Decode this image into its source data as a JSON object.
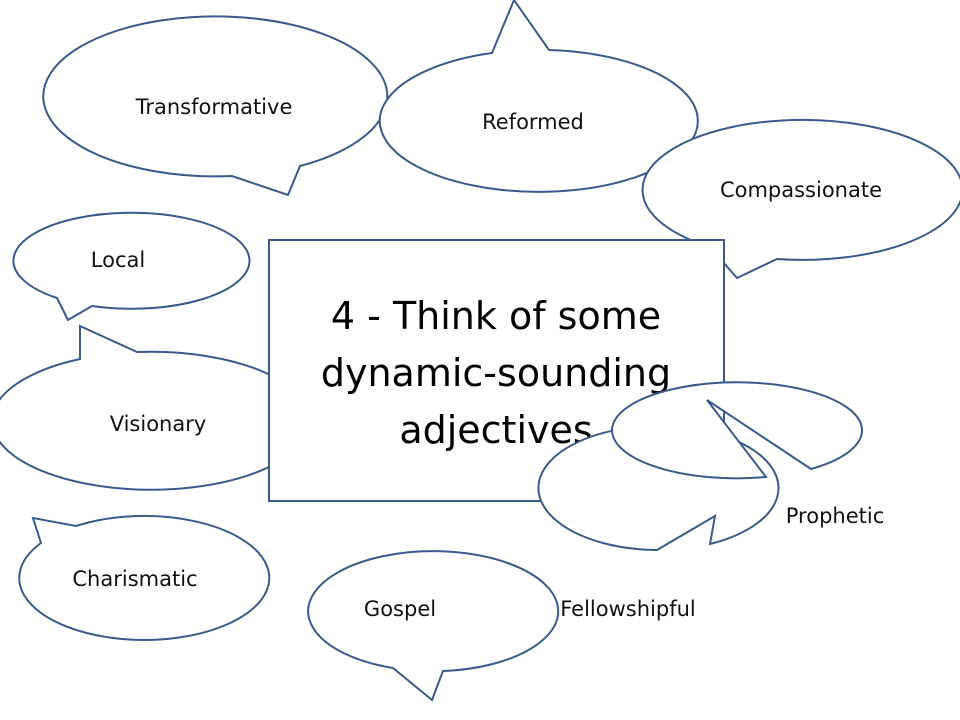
{
  "slide": {
    "title_lines": [
      "4 - Think of some",
      "dynamic-sounding",
      "adjectives"
    ],
    "bubbles": [
      {
        "id": "transformative",
        "label": "Transformative"
      },
      {
        "id": "reformed",
        "label": "Reformed"
      },
      {
        "id": "compassionate",
        "label": "Compassionate"
      },
      {
        "id": "local",
        "label": "Local"
      },
      {
        "id": "visionary",
        "label": "Visionary"
      },
      {
        "id": "charismatic",
        "label": "Charismatic"
      },
      {
        "id": "gospel",
        "label": "Gospel"
      },
      {
        "id": "fellowshipful",
        "label": "Fellowshipful"
      },
      {
        "id": "prophetic",
        "label": "Prophetic"
      }
    ],
    "colors": {
      "outline": "#3a5a8c",
      "fill": "#ffffff",
      "text": "#111111"
    }
  }
}
